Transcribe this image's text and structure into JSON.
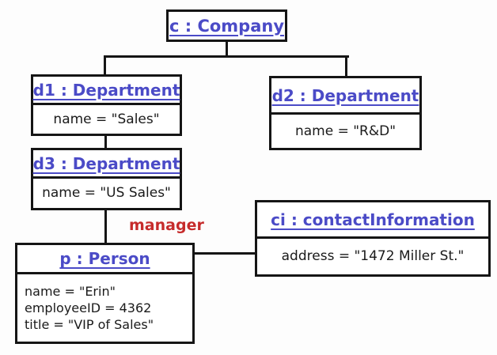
{
  "diagram": {
    "kind": "uml-object-diagram",
    "colors": {
      "object_name_text": "#4b4bc7",
      "attribute_text": "#1a1a1a",
      "line": "#151515",
      "edge_label_text": "#c62b2b",
      "background": "#ffffff"
    },
    "objects": [
      {
        "id": "c",
        "title": "c : Company",
        "attributes": []
      },
      {
        "id": "d1",
        "title": "d1 : Department",
        "attributes": [
          "name = \"Sales\""
        ]
      },
      {
        "id": "d2",
        "title": "d2 : Department",
        "attributes": [
          "name = \"R&D\""
        ]
      },
      {
        "id": "d3",
        "title": "d3 : Department",
        "attributes": [
          "name = \"US Sales\""
        ]
      },
      {
        "id": "p",
        "title": "p : Person",
        "attributes": [
          "name = \"Erin\"",
          "employeeID = 4362",
          "title = \"VIP of Sales\""
        ]
      },
      {
        "id": "ci",
        "title": "ci : contactInformation",
        "attributes": [
          "address = \"1472 Miller St.\""
        ]
      }
    ],
    "links": [
      {
        "from": "c",
        "to": "d1",
        "label": ""
      },
      {
        "from": "c",
        "to": "d2",
        "label": ""
      },
      {
        "from": "d1",
        "to": "d3",
        "label": ""
      },
      {
        "from": "d3",
        "to": "p",
        "label": "manager"
      },
      {
        "from": "p",
        "to": "ci",
        "label": ""
      }
    ],
    "edge_label": "manager"
  }
}
